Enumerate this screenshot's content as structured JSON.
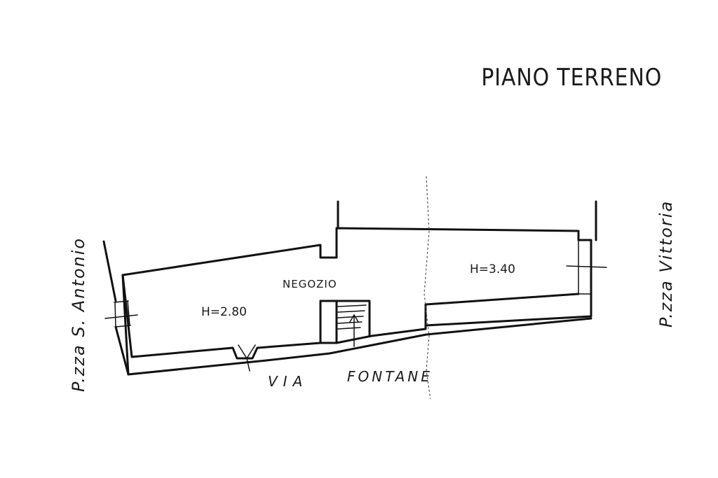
{
  "floor_title": "PIANO TERRENO",
  "rooms": {
    "shop_label": "NEGOZIO",
    "height_left": "H=2.80",
    "height_right": "H=3.40"
  },
  "streets": {
    "bottom_street_part1": "VIA",
    "bottom_street_part2": "FONTANE",
    "left_square": "P.zza S. Antonio",
    "right_square": "P.zza Vittoria"
  }
}
